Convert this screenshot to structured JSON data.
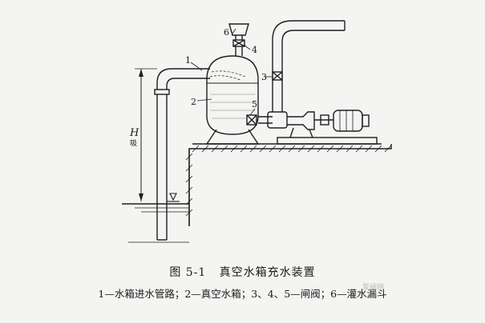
{
  "figure": {
    "title_number": "图 5-1",
    "title_text": "真空水箱充水装置",
    "legend": "1—水箱进水管路；2—真空水箱；3、4、5—闸阀；6—灌水漏斗"
  },
  "labels": {
    "n1": "1",
    "n2": "2",
    "n3": "3",
    "n4": "4",
    "n5": "5",
    "n6": "6",
    "h_main": "H",
    "h_sub": "吸"
  },
  "watermark": "泵阀网",
  "colors": {
    "line": "#1f1f1f",
    "water": "#7c7c7c",
    "background": "#f4f4f2"
  }
}
